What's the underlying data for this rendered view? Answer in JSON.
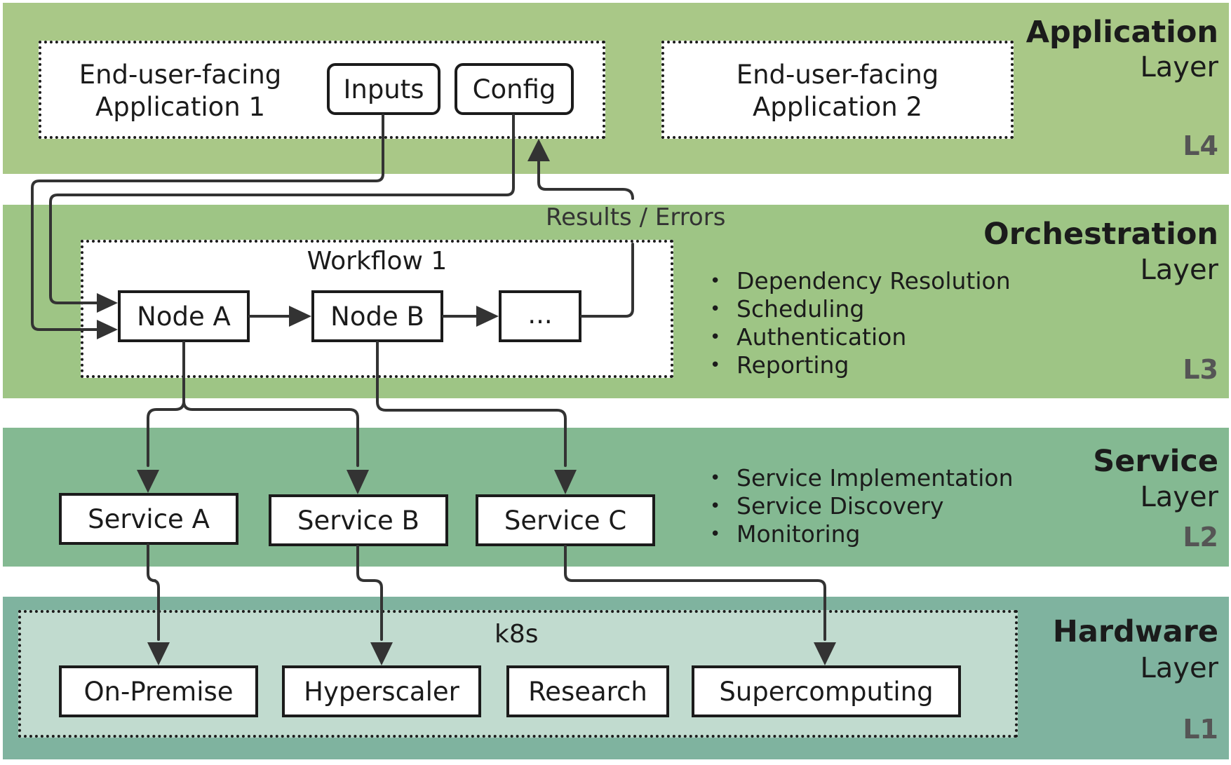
{
  "colors": {
    "l4_band": "#a9c887",
    "l3_band": "#9ec585",
    "l2_band": "#84b992",
    "l1_band": "#7fb39f",
    "k8s_fill": "#c1dbcf",
    "line": "#333333"
  },
  "layers": {
    "application": {
      "title": "Application",
      "subtitle": "Layer",
      "id": "L4",
      "apps": [
        {
          "line1": "End-user-facing",
          "line2": "Application 1"
        },
        {
          "line1": "End-user-facing",
          "line2": "Application 2"
        }
      ],
      "inputs_label": "Inputs",
      "config_label": "Config"
    },
    "orchestration": {
      "title": "Orchestration",
      "subtitle": "Layer",
      "id": "L3",
      "workflow_label": "Workflow 1",
      "nodes": [
        "Node A",
        "Node B",
        "..."
      ],
      "results_label": "Results / Errors",
      "features": [
        "Dependency Resolution",
        "Scheduling",
        "Authentication",
        "Reporting"
      ]
    },
    "service": {
      "title": "Service",
      "subtitle": "Layer",
      "id": "L2",
      "services": [
        "Service A",
        "Service B",
        "Service C"
      ],
      "features": [
        "Service Implementation",
        "Service Discovery",
        "Monitoring"
      ]
    },
    "hardware": {
      "title": "Hardware",
      "subtitle": "Layer",
      "id": "L1",
      "cluster_label": "k8s",
      "targets": [
        "On-Premise",
        "Hyperscaler",
        "Research",
        "Supercomputing"
      ]
    }
  }
}
